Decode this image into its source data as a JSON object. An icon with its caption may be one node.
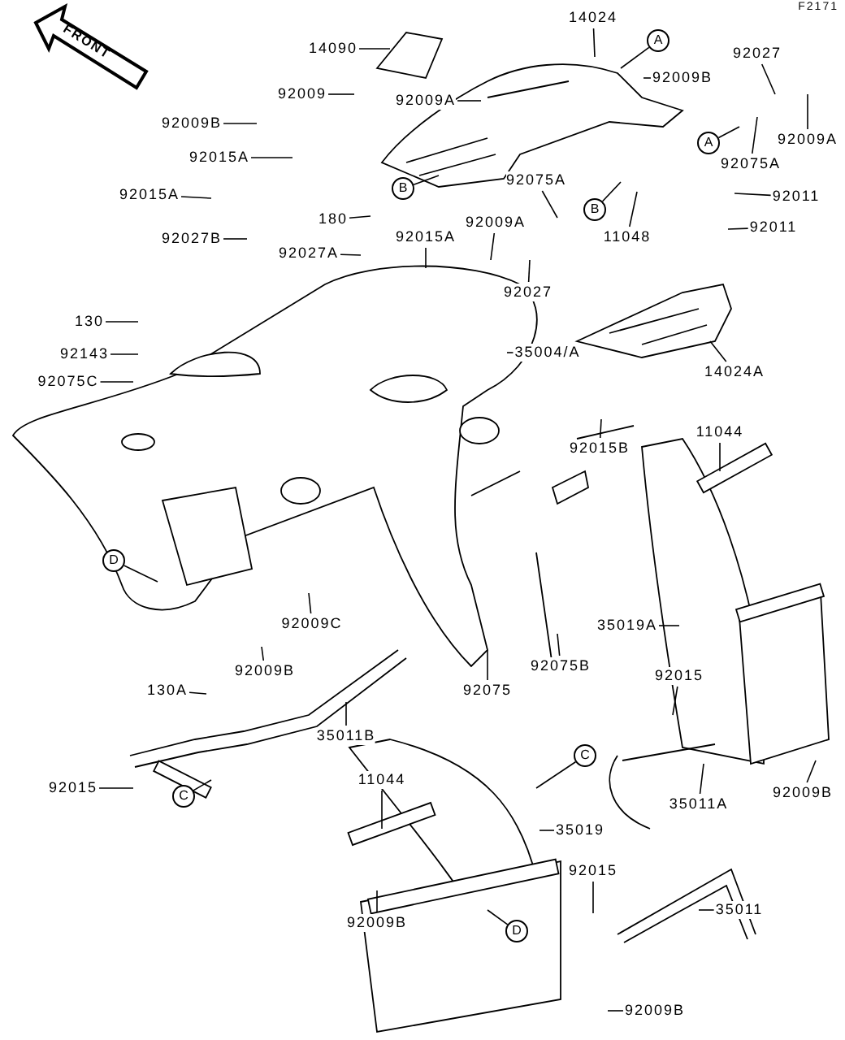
{
  "diagram": {
    "nodes": [
      {
        "text": [
          "14090"
        ]
      },
      {
        "text": [
          "14024"
        ]
      },
      {
        "text": [
          "A"
        ]
      },
      {
        "text": [
          "92009"
        ]
      },
      {
        "text": [
          "92009A"
        ]
      },
      {
        "text": [
          "92009B"
        ]
      },
      {
        "text": [
          "92027"
        ]
      },
      {
        "text": [
          "92009A"
        ]
      },
      {
        "text": [
          "92009B"
        ]
      },
      {
        "text": [
          "92015A"
        ]
      },
      {
        "text": [
          "92015A"
        ]
      },
      {
        "text": [
          "B"
        ]
      },
      {
        "text": [
          "180"
        ]
      },
      {
        "text": [
          "92027B"
        ]
      },
      {
        "text": [
          "92027A"
        ]
      },
      {
        "text": [
          "92015A"
        ]
      },
      {
        "text": [
          "92009A"
        ]
      },
      {
        "text": [
          "92027"
        ]
      },
      {
        "text": [
          "92075A"
        ]
      },
      {
        "text": [
          "B"
        ]
      },
      {
        "text": [
          "A"
        ]
      },
      {
        "text": [
          "92075A"
        ]
      },
      {
        "text": [
          "92011"
        ]
      },
      {
        "text": [
          "92011"
        ]
      },
      {
        "text": [
          "11048"
        ]
      },
      {
        "text": [
          "35004/A"
        ]
      },
      {
        "text": [
          "14024A"
        ]
      },
      {
        "text": [
          "130"
        ]
      },
      {
        "text": [
          "92143"
        ]
      },
      {
        "text": [
          "92075C"
        ]
      },
      {
        "text": [
          "92015B"
        ]
      },
      {
        "text": [
          "11044"
        ]
      },
      {
        "text": [
          "D"
        ]
      },
      {
        "text": [
          "92009C"
        ]
      },
      {
        "text": [
          "92009B"
        ]
      },
      {
        "text": [
          "35019A"
        ]
      },
      {
        "text": [
          "92075B"
        ]
      },
      {
        "text": [
          "92075"
        ]
      },
      {
        "text": [
          "130A"
        ]
      },
      {
        "text": [
          "35011B"
        ]
      },
      {
        "text": [
          "92015"
        ]
      },
      {
        "text": [
          "92015"
        ]
      },
      {
        "text": [
          "C"
        ]
      },
      {
        "text": [
          "C"
        ]
      },
      {
        "text": [
          "11044"
        ]
      },
      {
        "text": [
          "35019"
        ]
      },
      {
        "text": [
          "35011A"
        ]
      },
      {
        "text": [
          "92009B"
        ]
      },
      {
        "text": [
          "92009B"
        ]
      },
      {
        "text": [
          "92015"
        ]
      },
      {
        "text": [
          "35011"
        ]
      },
      {
        "text": [
          "D"
        ]
      },
      {
        "text": [
          "92009B"
        ]
      }
    ],
    "edges": [
      {
        "from": 0,
        "to": null,
        "arrow": "none"
      },
      {
        "from": 1,
        "to": null,
        "arrow": "none"
      },
      {
        "from": 2,
        "to": null,
        "arrow": "none"
      },
      {
        "from": 3,
        "to": null,
        "arrow": "none"
      },
      {
        "from": 4,
        "to": null,
        "arrow": "none"
      },
      {
        "from": 5,
        "to": null,
        "arrow": "none"
      },
      {
        "from": 6,
        "to": null,
        "arrow": "none"
      },
      {
        "from": 7,
        "to": null,
        "arrow": "none"
      },
      {
        "from": 8,
        "to": null,
        "arrow": "none"
      },
      {
        "from": 9,
        "to": null,
        "arrow": "none"
      },
      {
        "from": 10,
        "to": null,
        "arrow": "none"
      },
      {
        "from": 11,
        "to": null,
        "arrow": "none"
      },
      {
        "from": 12,
        "to": null,
        "arrow": "none"
      },
      {
        "from": 13,
        "to": null,
        "arrow": "none"
      },
      {
        "from": 14,
        "to": null,
        "arrow": "none"
      },
      {
        "from": 15,
        "to": null,
        "arrow": "none"
      },
      {
        "from": 16,
        "to": null,
        "arrow": "none"
      },
      {
        "from": 17,
        "to": null,
        "arrow": "none"
      },
      {
        "from": 18,
        "to": null,
        "arrow": "none"
      },
      {
        "from": 19,
        "to": null,
        "arrow": "none"
      },
      {
        "from": 20,
        "to": null,
        "arrow": "none"
      },
      {
        "from": 21,
        "to": null,
        "arrow": "none"
      },
      {
        "from": 22,
        "to": null,
        "arrow": "none"
      },
      {
        "from": 23,
        "to": null,
        "arrow": "none"
      },
      {
        "from": 24,
        "to": null,
        "arrow": "none"
      },
      {
        "from": 25,
        "to": null,
        "arrow": "none"
      },
      {
        "from": 26,
        "to": null,
        "arrow": "none"
      },
      {
        "from": 27,
        "to": null,
        "arrow": "none"
      },
      {
        "from": 28,
        "to": null,
        "arrow": "none"
      },
      {
        "from": 29,
        "to": null,
        "arrow": "none"
      },
      {
        "from": 30,
        "to": null,
        "arrow": "none"
      },
      {
        "from": 31,
        "to": null,
        "arrow": "none"
      },
      {
        "from": 32,
        "to": null,
        "arrow": "none"
      },
      {
        "from": 33,
        "to": null,
        "arrow": "none"
      },
      {
        "from": 34,
        "to": null,
        "arrow": "none"
      },
      {
        "from": 35,
        "to": null,
        "arrow": "none"
      },
      {
        "from": 36,
        "to": null,
        "arrow": "none"
      },
      {
        "from": 37,
        "to": null,
        "arrow": "none"
      },
      {
        "from": 38,
        "to": null,
        "arrow": "none"
      },
      {
        "from": 39,
        "to": null,
        "arrow": "none"
      },
      {
        "from": 40,
        "to": null,
        "arrow": "none"
      },
      {
        "from": 41,
        "to": null,
        "arrow": "none"
      },
      {
        "from": 42,
        "to": null,
        "arrow": "none"
      },
      {
        "from": 43,
        "to": null,
        "arrow": "none"
      },
      {
        "from": 44,
        "to": null,
        "arrow": "none"
      },
      {
        "from": 45,
        "to": null,
        "arrow": "none"
      },
      {
        "from": 46,
        "to": null,
        "arrow": "none"
      },
      {
        "from": 47,
        "to": null,
        "arrow": "none"
      },
      {
        "from": 48,
        "to": null,
        "arrow": "none"
      },
      {
        "from": 49,
        "to": null,
        "arrow": "none"
      },
      {
        "from": 50,
        "to": null,
        "arrow": "none"
      },
      {
        "from": 51,
        "to": null,
        "arrow": "none"
      },
      {
        "from": 52,
        "to": null,
        "arrow": "none"
      }
    ],
    "labels": [
      "FRONT",
      "F2171"
    ]
  }
}
